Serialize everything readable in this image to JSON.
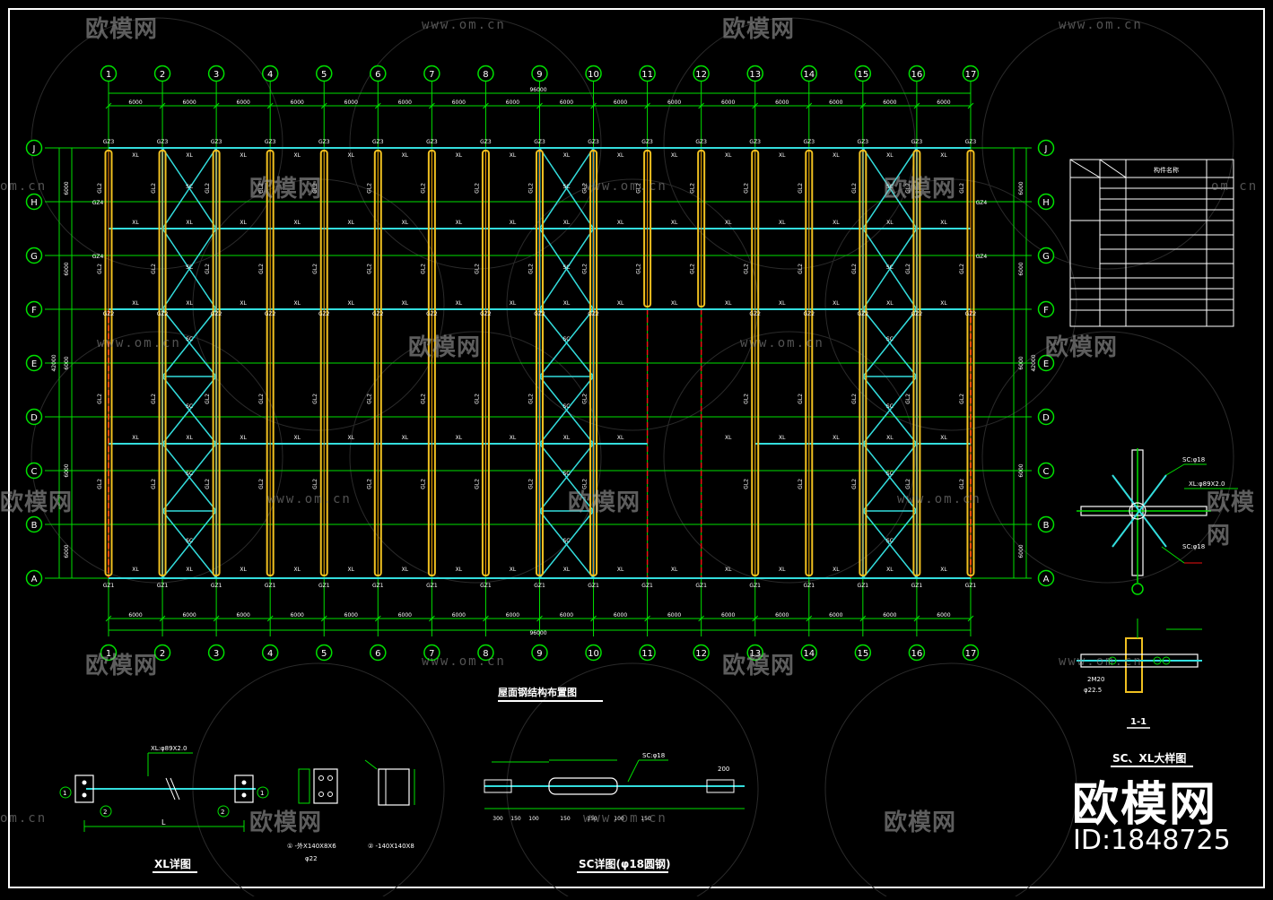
{
  "drawing": {
    "axes_x": [
      "1",
      "2",
      "3",
      "4",
      "5",
      "6",
      "7",
      "8",
      "9",
      "10",
      "11",
      "12",
      "13",
      "14",
      "15",
      "16",
      "17"
    ],
    "axes_y": [
      "J",
      "H",
      "G",
      "F",
      "E",
      "D",
      "C",
      "B",
      "A"
    ],
    "bay_dims": [
      "6000",
      "6000",
      "6000",
      "6000",
      "6000",
      "6000",
      "6000",
      "6000",
      "6000",
      "6000",
      "6000",
      "6000",
      "6000",
      "6000",
      "6000",
      "6000"
    ],
    "total_length": "96000",
    "side_dims_left": [
      "6000",
      "6000",
      "6000",
      "6000",
      "6000"
    ],
    "side_total": "42000",
    "member_tags": {
      "column_top": "GZ3",
      "column_bottom": "GZ1",
      "column_mid": "GZ2",
      "beam": "GL2",
      "tie": "XL",
      "brace": "SC",
      "wind_col": "GZ4"
    },
    "plan_title": "屋面钢结构布置图",
    "legend_table_header": "构件名称",
    "detail_section_title": "1-1",
    "detail_title": "SC、XL大样图",
    "xl_detail_title": "XL详图",
    "sc_detail_title": "SC详图(φ18圆钢)",
    "xl_tube": "XL:φ89X2.0",
    "xl_L": "L",
    "plate_note_1": "①  -外X140X8X6",
    "plate_note_2": "②  -140X140X8",
    "bolt_note": "φ22",
    "sc_dims": [
      "300",
      "150",
      "100",
      "150",
      "150",
      "100",
      "150"
    ],
    "sc_end": "200",
    "sc_tag_d": "SC:φ18",
    "node_tag_1": "SC:φ18",
    "node_tag_2": "XL:φ89X2.0",
    "node_tag_3": "SC:φ18",
    "node_bolt": "2M20",
    "node_hole": "φ22.5"
  },
  "watermark": {
    "logo_text": "欧模网",
    "url_text": "www.om.cn",
    "url_partial": "om.cn",
    "brand_text": "欧模网",
    "id_text": "ID:1848725"
  },
  "colors": {
    "background": "#000000",
    "grid_green": "#00e000",
    "column_yellow": "#f0c020",
    "column_orange": "#ff8800",
    "brace_cyan": "#33dddd",
    "edge_red": "#ee1111",
    "white": "#ffffff"
  }
}
